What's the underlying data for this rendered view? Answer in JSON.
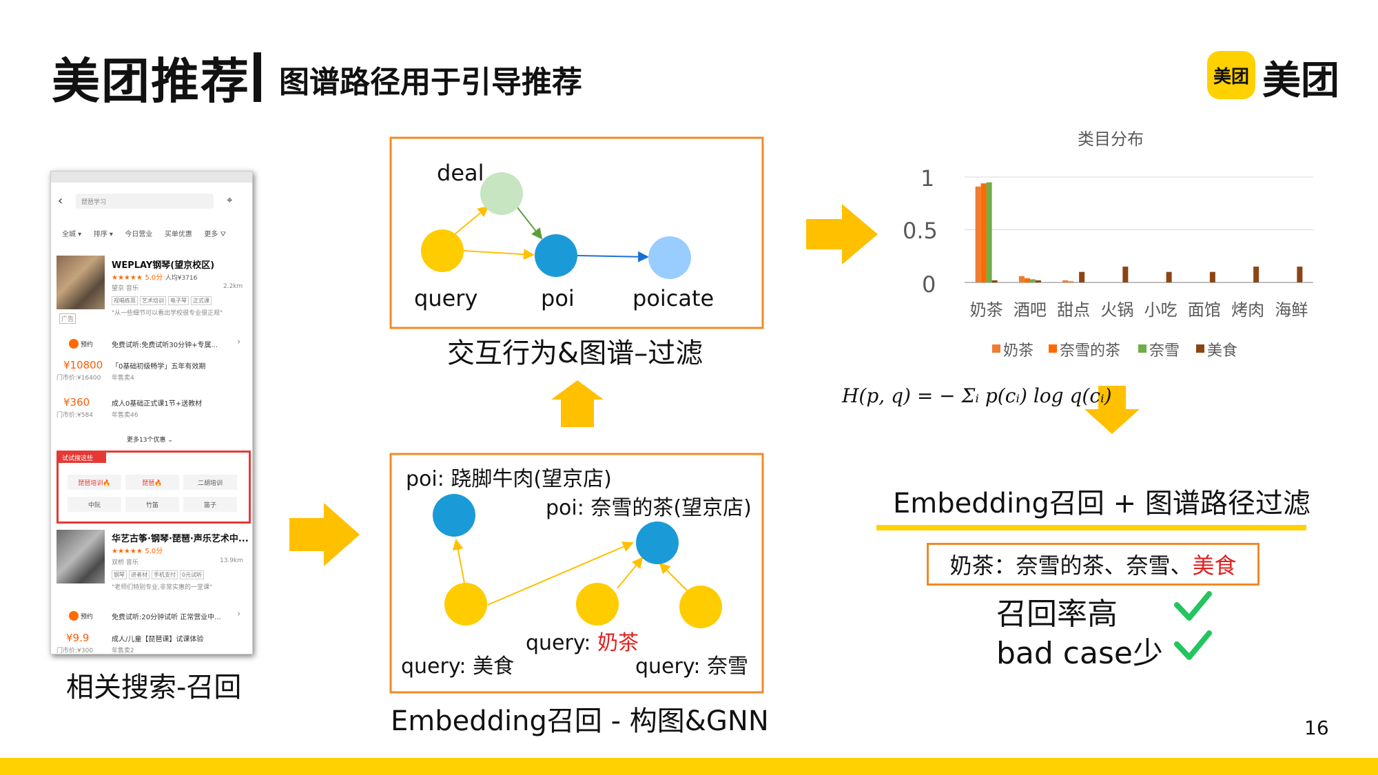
{
  "header": {
    "title": "美团推荐",
    "subtitle": "图谱路径用于引导推荐",
    "logo_mark": "美团",
    "logo_text": "美团"
  },
  "page_number": "16",
  "phone": {
    "search_placeholder": "琵琶学习",
    "filters": [
      "全城 ▾",
      "排序 ▾",
      "今日营业",
      "买单优惠",
      "更多 ⛛"
    ],
    "shop1": {
      "name": "WEPLAY钢琴(望京校区)",
      "stars": "★★★★★",
      "score": "5.0分",
      "per_capita": "人均¥3716",
      "area": "望京 音乐",
      "distance": "2.2km",
      "tags": [
        "视唱练耳",
        "艺术培训",
        "电子琴",
        "正式课"
      ],
      "quote": "\"从一些细节可以看出学校很专业很正规\"",
      "ad": "广告",
      "booking_badge": "预约",
      "booking": "免费试听:免费试听30分钟+专属...",
      "deal1_price": "¥10800",
      "deal1_orig": "门市价:¥16400",
      "deal1_title": "「0基础初级畅学」五年有效期",
      "deal1_sales": "年售卖4",
      "deal2_price": "¥360",
      "deal2_orig": "门市价:¥584",
      "deal2_title": "成人0基础正式课1节+送教材",
      "deal2_sales": "年售卖46",
      "more": "更多13个优惠 ⌄"
    },
    "related": {
      "label": "试试搜这些",
      "chips": [
        "琵琶培训🔥",
        "琵琶🔥",
        "二胡培训",
        "中阮",
        "竹笛",
        "笛子"
      ]
    },
    "shop2": {
      "name": "华艺古筝·钢琴·琵琶·声乐艺术中...",
      "stars": "★★★★★",
      "score": "5.0分",
      "area": "双桥 音乐",
      "distance": "13.9km",
      "tags": [
        "钢琴",
        "进者材",
        "手机支付",
        "0元试听"
      ],
      "quote": "\"老师们特别专业,非常实惠的一堂课\"",
      "booking_badge": "预约",
      "booking": "免费试听:20分钟试听 正常营业中...",
      "deal_price": "¥9.9",
      "deal_orig": "门市价:¥300",
      "deal_title": "成人/儿童【琵琶课】试课体验",
      "deal_sales": "年售卖2"
    },
    "caption": "相关搜索-召回"
  },
  "graph_top": {
    "nodes": {
      "deal": "deal",
      "query": "query",
      "poi": "poi",
      "poicate": "poicate"
    },
    "caption": "交互行为&图谱–过滤"
  },
  "graph_bottom": {
    "poi1": "poi: 跷脚牛肉(望京店)",
    "poi2": "poi: 奈雪的茶(望京店)",
    "query_food": "query: 美食",
    "query_milktea_prefix": "query: ",
    "query_milktea_word": "奶茶",
    "query_naixue": "query: 奈雪",
    "caption": "Embedding召回 - 构图&GNN"
  },
  "chart_data": {
    "type": "bar",
    "title": "类目分布",
    "categories": [
      "奶茶",
      "酒吧",
      "甜点",
      "火锅",
      "小吃",
      "面馆",
      "烤肉",
      "海鲜"
    ],
    "series": [
      {
        "name": "奶茶",
        "color": "#ED7D31",
        "values": [
          0.91,
          0.06,
          0.02,
          0,
          0,
          0,
          0,
          0
        ]
      },
      {
        "name": "奈雪的茶",
        "color": "#FF6A00",
        "values": [
          0.94,
          0.04,
          0.01,
          0,
          0,
          0,
          0,
          0
        ]
      },
      {
        "name": "奈雪",
        "color": "#70AD47",
        "values": [
          0.95,
          0.03,
          0,
          0,
          0,
          0,
          0,
          0
        ]
      },
      {
        "name": "美食",
        "color": "#8B4513",
        "values": [
          0.02,
          0.02,
          0.1,
          0.15,
          0.1,
          0.1,
          0.15,
          0.15
        ]
      }
    ],
    "yticks": [
      "0",
      "0.5",
      "1"
    ],
    "ylim": [
      0,
      1
    ],
    "legend": "bottom",
    "grid": true
  },
  "formula": "H(p, q) = − Σᵢ p(cᵢ) log q(cᵢ)",
  "result": {
    "heading": "Embedding召回 + 图谱路径过滤",
    "box_prefix": "奶茶：奈雪的茶、奈雪、",
    "box_red": "美食",
    "point1": "召回率高",
    "point2": "bad case少"
  },
  "colors": {
    "accent_yellow": "#FFD100",
    "arrow_yellow": "#FFC000",
    "box_orange": "#F08A24",
    "node_yellow": "#FFCC00",
    "node_blue": "#1A9BD7",
    "node_light_blue": "#99CCFF",
    "node_light_green": "#C6E5C0",
    "check_green": "#22C55E"
  }
}
